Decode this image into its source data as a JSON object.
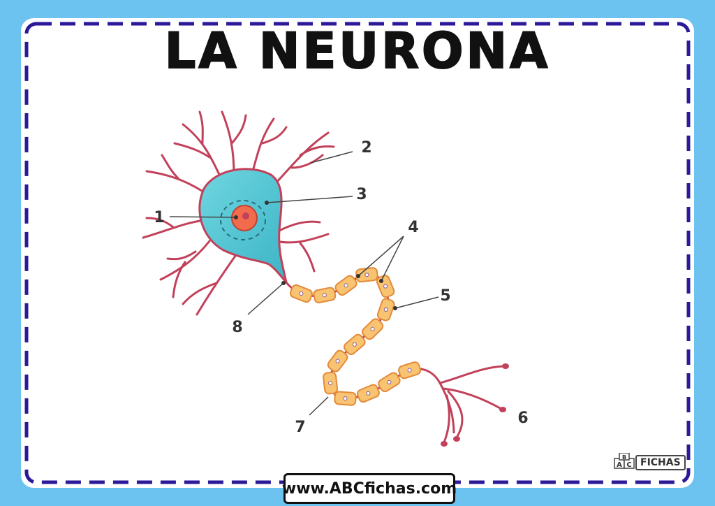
{
  "title": "LA NEURONA",
  "labels": [
    "1",
    "2",
    "3",
    "4",
    "5",
    "6",
    "7",
    "8"
  ],
  "footer": "www.ABCfichas.com",
  "logo": {
    "letters": [
      "A",
      "B",
      "C"
    ],
    "text": "FICHAS"
  },
  "colors": {
    "background": "#6cc3f0",
    "dash": "#2a1a9a",
    "soma": "#4fc3d0",
    "membrane": "#c2415a",
    "nucleus": "#f26b4d",
    "myelin": "#f8c471"
  }
}
